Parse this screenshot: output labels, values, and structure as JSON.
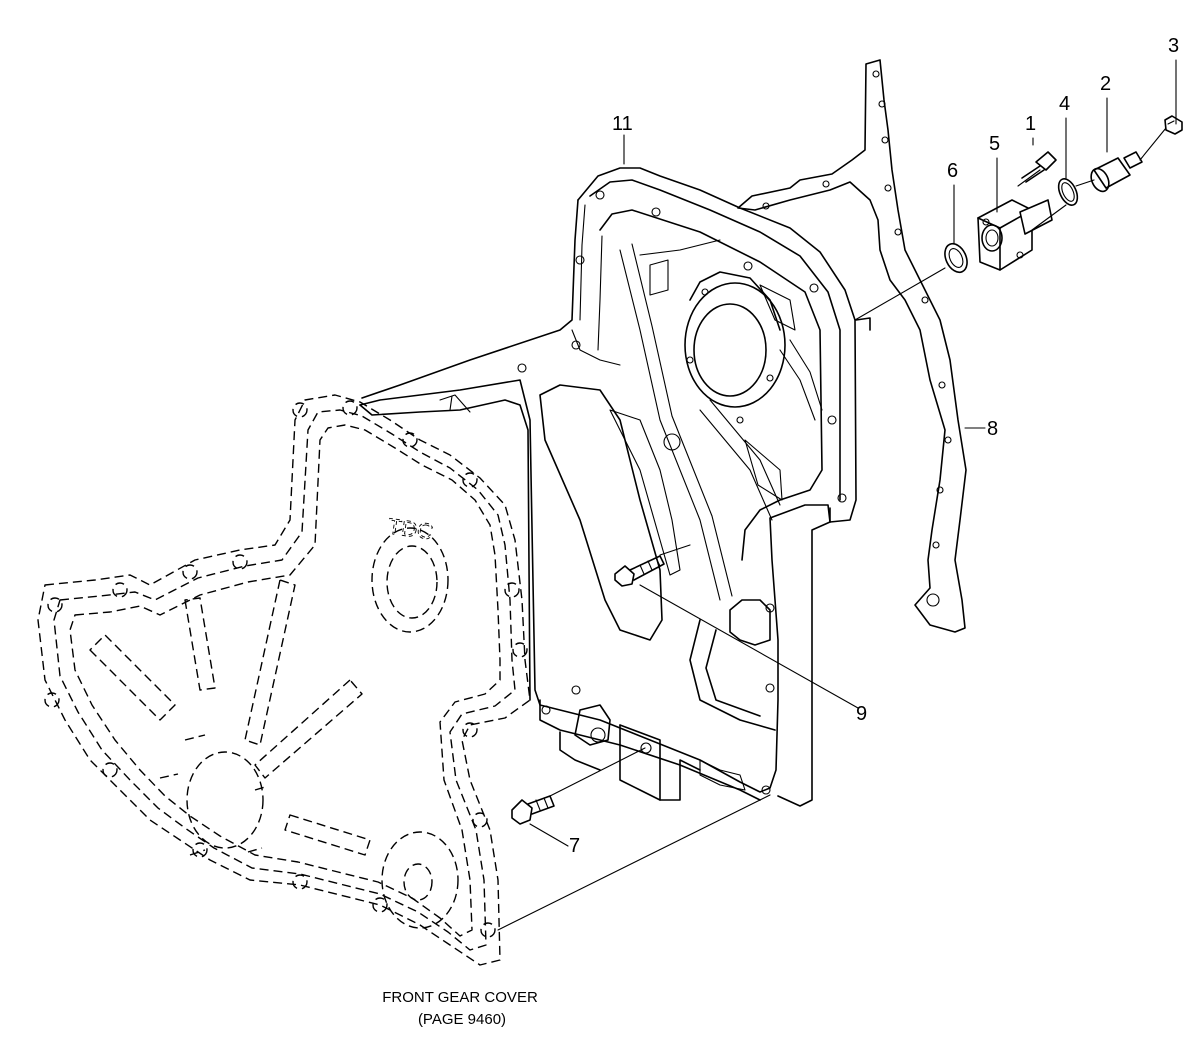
{
  "callouts": {
    "c1": "1",
    "c2": "2",
    "c3": "3",
    "c4": "4",
    "c5": "5",
    "c6": "6",
    "c7": "7",
    "c8": "8",
    "c9": "9",
    "c11": "11"
  },
  "cover_marking": "TDC",
  "caption": {
    "line1": "FRONT GEAR COVER",
    "line2": "(PAGE  9460)"
  }
}
